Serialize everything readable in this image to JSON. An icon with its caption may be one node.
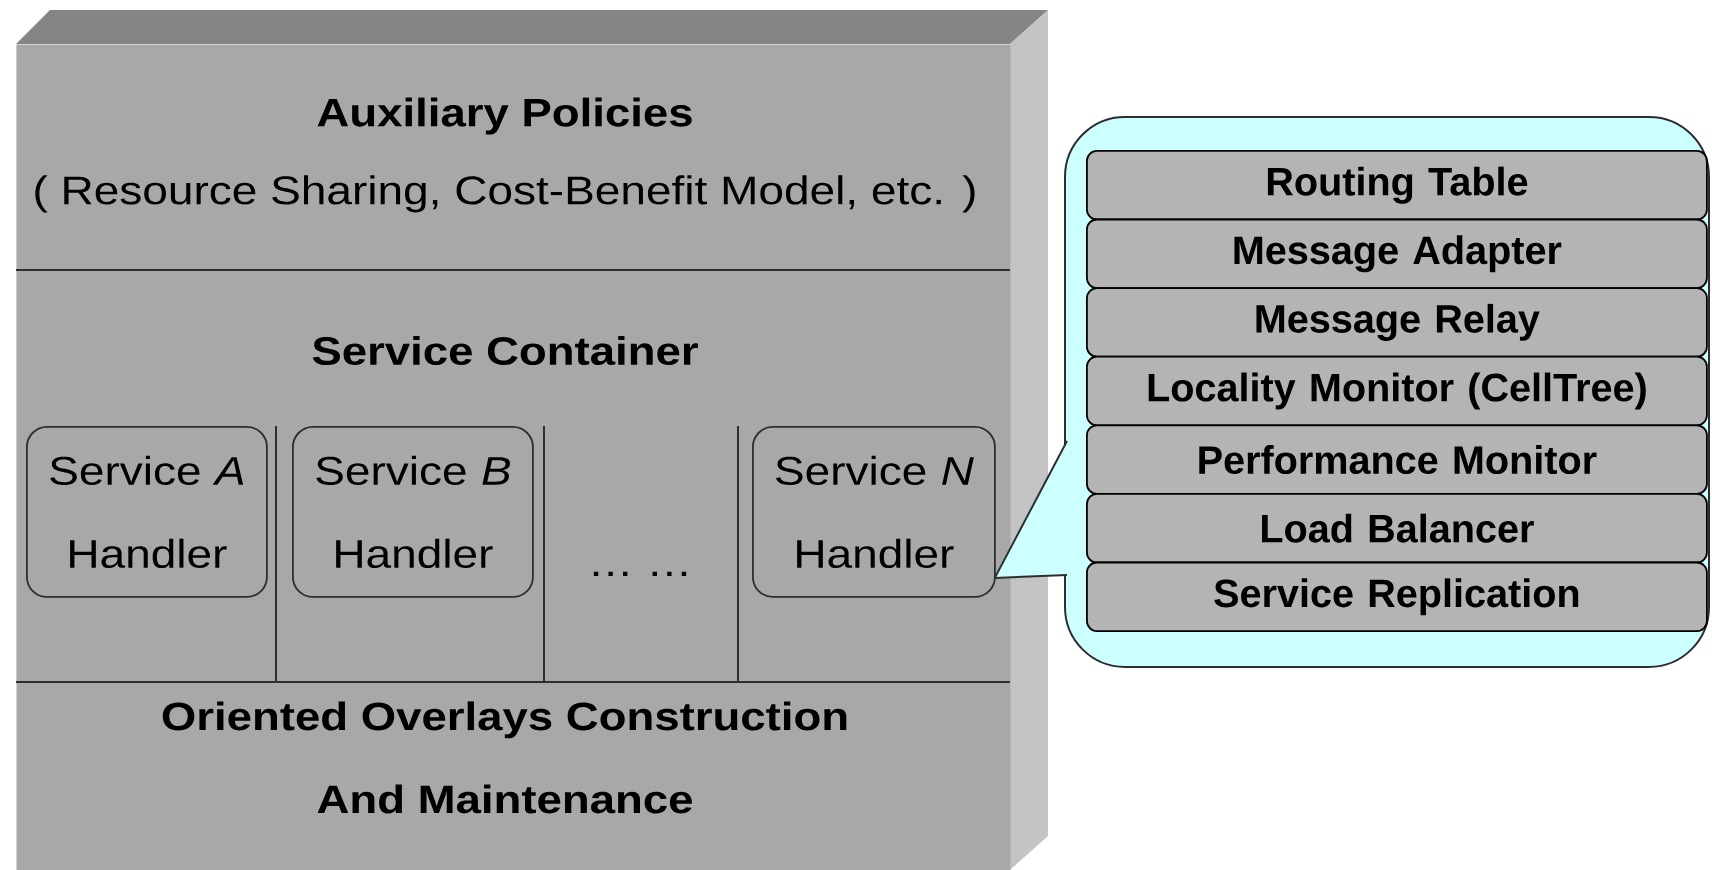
{
  "diagram": {
    "nodes": [
      {
        "text": [],
        "shape": "box"
      },
      {
        "text": [
          "Auxiliary Policies",
          "( Resource Sharing, Cost-Benefit Model, etc. )"
        ],
        "in": 0
      },
      {
        "text": [
          "Service Container"
        ],
        "in": 0
      },
      {
        "text": [
          "Service *A* Handler"
        ],
        "in": 2
      },
      {
        "text": [
          "Service *B* Handler"
        ],
        "in": 2
      },
      {
        "text": [
          "Service *N* Handler"
        ],
        "in": 2
      },
      {
        "text": [
          "Oriented Overlays Construction And Maintenance"
        ],
        "in": 0
      },
      {
        "text": [],
        "shape": "callout"
      },
      {
        "text": [
          "Routing Table"
        ],
        "in": 7
      },
      {
        "text": [
          "Message Adapter"
        ],
        "in": 7
      },
      {
        "text": [
          "Message Relay"
        ],
        "in": 7
      },
      {
        "text": [
          "Locality Monitor (CellTree)"
        ],
        "in": 7
      },
      {
        "text": [
          "Performance Monitor"
        ],
        "in": 7
      },
      {
        "text": [
          "Load Balancer"
        ],
        "in": 7
      },
      {
        "text": [
          "Service Replication"
        ],
        "in": 7
      }
    ],
    "edges": [
      {
        "from": 7,
        "to": 5,
        "arrow": "none"
      }
    ],
    "labels": [
      "… …"
    ]
  }
}
